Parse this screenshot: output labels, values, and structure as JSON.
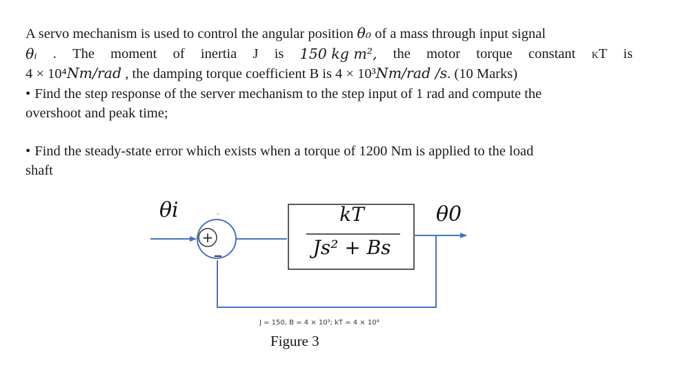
{
  "problem": {
    "line1_a": "A servo mechanism is used to control the angular position ",
    "line1_theta0": "θ₀",
    "line1_b": " of a mass through input signal",
    "line2_theta_i": "θᵢ",
    "line2_dot": ".",
    "line2_w1": "The",
    "line2_w2": "moment",
    "line2_w3": "of",
    "line2_w4": "inertia",
    "line2_w5": "J",
    "line2_w6": "is",
    "line2_inertia": "150 kg m²,",
    "line2_w7": "the",
    "line2_w8": "motor",
    "line2_w9": "torque",
    "line2_w10": "constant",
    "line2_kt": "kT",
    "line2_w11": "is",
    "line3_a": "4 × 10⁴",
    "line3_unit1": "Nm/rad",
    "line3_b": " , the damping torque coefficient B is 4 × 10³",
    "line3_unit2": "Nm/rad /s",
    "line3_c": ". (10 Marks)",
    "bullet": "•",
    "bullet1_a": "Find the step response of the server mechanism to the step input of 1 rad and compute the",
    "bullet1_b": "overshoot and peak time;",
    "bullet2_a": "Find the steady-state error which exists when a torque of 1200 Nm is applied to the load",
    "bullet2_b": "shaft"
  },
  "diagram": {
    "input_label": "θi",
    "output_label": "θ0",
    "summing_plus": "+",
    "summing_minus": "−",
    "tf_numerator": "kT",
    "tf_denominator": "Js² + Bs",
    "params": "J = 150, B = 4 × 10³;  kT = 4 × 10⁴",
    "caption": "Figure 3",
    "line_color": "#4472c4",
    "box_color": "#222222"
  }
}
